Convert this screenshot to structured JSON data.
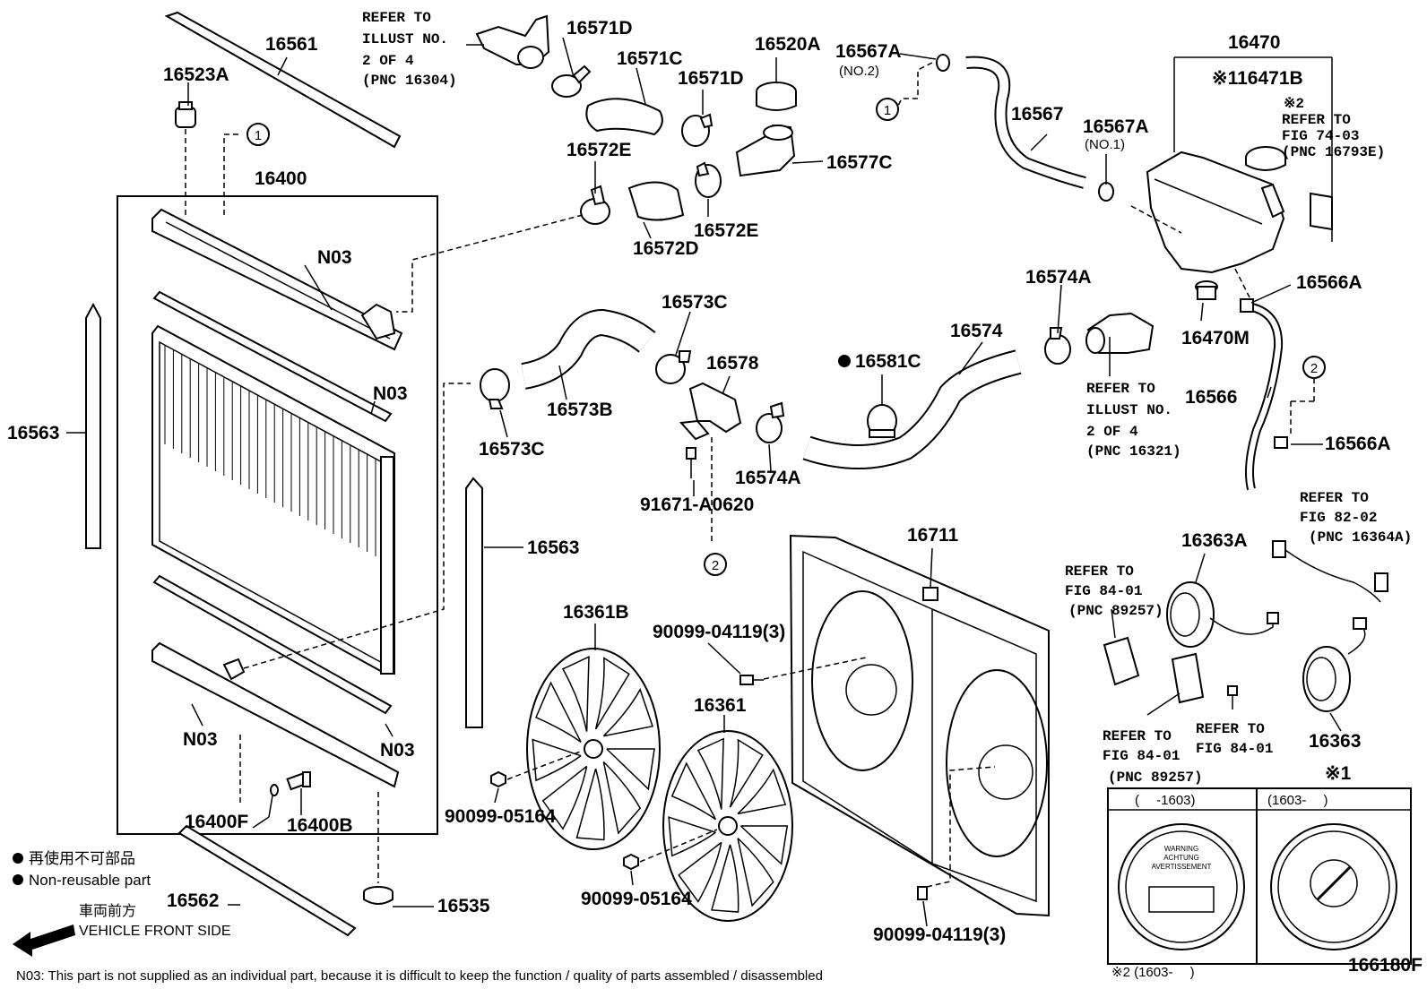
{
  "labels": [
    "16561",
    "16523A",
    "16400",
    "N03",
    "N03",
    "16563",
    "16563",
    "N03",
    "N03",
    "16400F",
    "16400B",
    "16562",
    "16535",
    "16571D",
    "16571C",
    "16571D",
    "16520A",
    "16572E",
    "16577C",
    "16572D",
    "16572E",
    "16567A",
    "(NO.2)",
    "16567",
    "16567A",
    "(NO.1)",
    "16470",
    "※116471B",
    "16574A",
    "16566A",
    "16470M",
    "16566",
    "16566A",
    "16574",
    "16581C",
    "16573C",
    "16578",
    "16573B",
    "16573C",
    "91671-A0620",
    "16574A",
    "16711",
    "16361B",
    "90099-04119(3)",
    "16361",
    "90099-05164",
    "90099-05164",
    "90099-04119(3)",
    "16363A",
    "16363",
    "※1",
    "166180F"
  ],
  "refs": [
    [
      "REFER TO",
      "ILLUST NO.",
      "2 OF 4",
      "(PNC 16304)"
    ],
    [
      "※2",
      "REFER TO",
      "FIG 74-03",
      "(PNC 16793E)"
    ],
    [
      "REFER TO",
      "ILLUST NO.",
      "2 OF 4",
      "(PNC 16321)"
    ],
    [
      "REFER TO",
      "FIG 82-02",
      "(PNC 16364A)"
    ],
    [
      "REFER TO",
      "FIG 84-01",
      "(PNC 89257)"
    ],
    [
      "REFER TO",
      "FIG 84-01",
      "(PNC 89257)"
    ],
    [
      "REFER TO",
      "FIG 84-01"
    ]
  ],
  "markers": [
    "1",
    "1",
    "2",
    "2"
  ],
  "legend": {
    "jp": "再使用不可部品",
    "en": "Non-reusable part",
    "front_jp": "車両前方",
    "front_en": "VEHICLE FRONT SIDE"
  },
  "inset": {
    "left_header": "(　 -1603)",
    "right_header": "(1603-　 )",
    "cap_text": [
      "WARNING",
      "ACHTUNG",
      "AVERTISSEMENT"
    ],
    "caption": "※2 (1603-　 )"
  },
  "footnote": "N03: This part is not supplied as an individual part, because it is difficult to keep the function / quality of parts assembled / disassembled"
}
